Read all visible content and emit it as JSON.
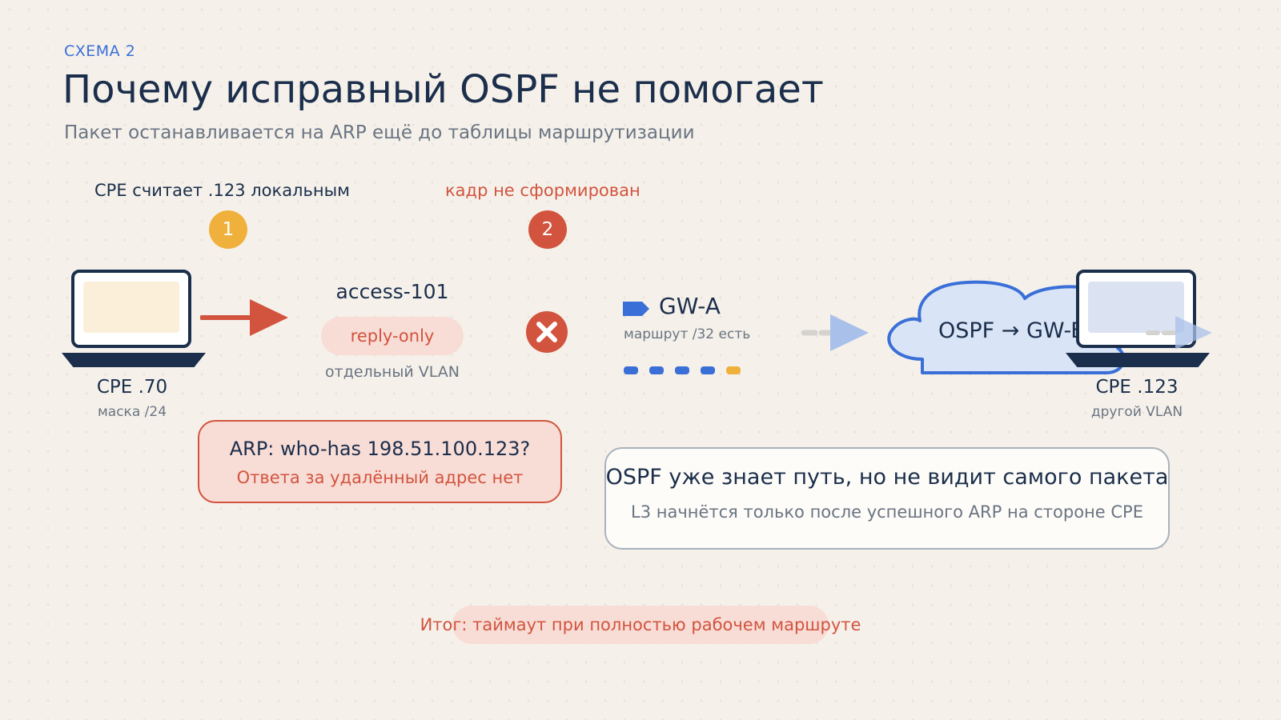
{
  "header": {
    "eyebrow": "СХЕМА 2",
    "title": "Почему исправный OSPF не помогает",
    "subtitle": "Пакет останавливается на ARP ещё до таблицы маршрутизации"
  },
  "steps": [
    {
      "number": "1",
      "label": "CPE считает .123 локальным",
      "color": "#f0b03c"
    },
    {
      "number": "2",
      "label": "кадр не сформирован",
      "color": "#d2543e"
    }
  ],
  "devices": {
    "cpe_left": {
      "name": "CPE .70",
      "sub": "маска /24",
      "screen_color": "#fcefd9"
    },
    "access": {
      "name": "access-101",
      "pill": "reply-only",
      "sub": "отдельный VLAN"
    },
    "gateway": {
      "name": "GW-A",
      "sub": "маршрут /32 есть"
    },
    "cloud": {
      "label": "OSPF → GW-B",
      "fill": "#d9e4f6",
      "stroke": "#3a6fd8"
    },
    "cpe_right": {
      "name": "CPE .123",
      "sub": "другой VLAN",
      "screen_color": "#dbe3f3"
    }
  },
  "arp_box": {
    "line1": "ARP: who-has 198.51.100.123?",
    "line2": "Ответа за удалённый адрес нет"
  },
  "note_box": {
    "title": "OSPF уже знает путь, но не видит самого пакета",
    "text": "L3 начнётся только после успешного ARP на стороне CPE"
  },
  "footer": {
    "summary": "Итог: таймаут при полностью рабочем маршруте"
  },
  "colors": {
    "navy": "#1b2e4b",
    "red": "#d2543e",
    "amber": "#f0b03c",
    "blue": "#3a6fd8",
    "muted": "#6a7482"
  }
}
